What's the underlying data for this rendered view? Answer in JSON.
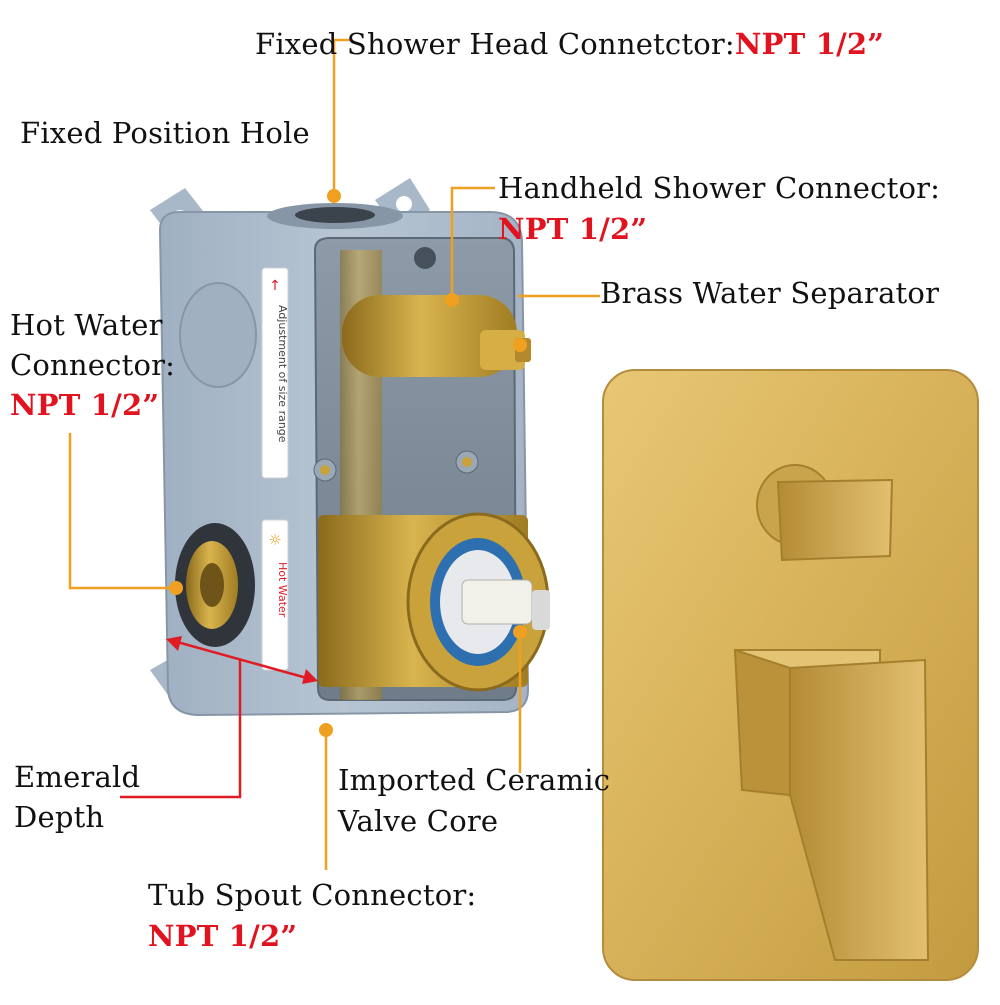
{
  "colors": {
    "leader": "#f0a020",
    "dimension": "#e01b24",
    "spec_text": "#e0131f",
    "box": "#aebccc",
    "brass": "#c9a23c",
    "gold_plate": "#dcb861"
  },
  "labels": {
    "fixed_shower_head": "Fixed Shower Head Connetctor:",
    "fixed_shower_head_spec": "NPT 1/2”",
    "fixed_position_hole": "Fixed Position Hole",
    "handheld_shower": "Handheld Shower Connector:",
    "handheld_spec": "NPT 1/2”",
    "brass_separator": "Brass Water Separator",
    "hot_water_l1": "Hot Water",
    "hot_water_l2": "Connector:",
    "hot_water_spec": "NPT 1/2”",
    "emerald_l1": "Emerald",
    "emerald_l2": "Depth",
    "ceramic_l1": "Imported Ceramic",
    "ceramic_l2": "Valve Core",
    "tub_spout": "Tub Spout Connector:",
    "tub_spout_spec": "NPT 1/2”"
  },
  "stickers": {
    "adjustment": "Adjustment of size range",
    "hot_water": "Hot Water"
  }
}
